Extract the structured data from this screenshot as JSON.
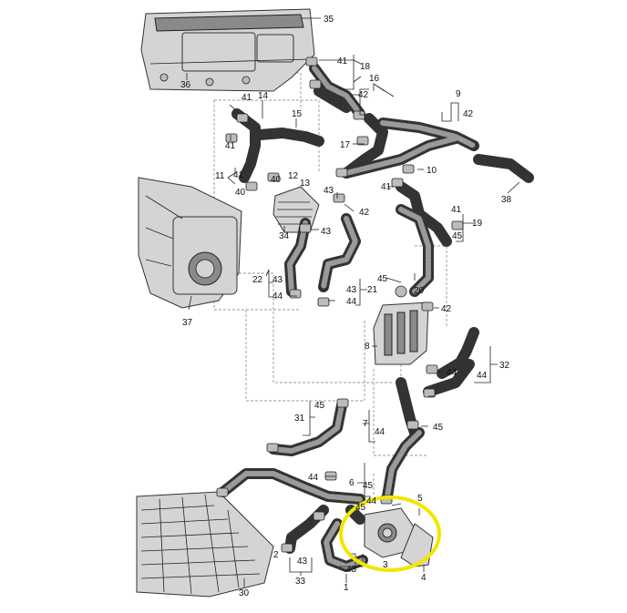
{
  "callouts": [
    {
      "id": "c35",
      "text": "35"
    },
    {
      "id": "c36",
      "text": "36"
    },
    {
      "id": "c41a",
      "text": "41"
    },
    {
      "id": "c18",
      "text": "18"
    },
    {
      "id": "c16",
      "text": "16"
    },
    {
      "id": "c42a",
      "text": "42"
    },
    {
      "id": "c9",
      "text": "9"
    },
    {
      "id": "c42b",
      "text": "42"
    },
    {
      "id": "c41b",
      "text": "41"
    },
    {
      "id": "c14",
      "text": "14"
    },
    {
      "id": "c15",
      "text": "15"
    },
    {
      "id": "c17",
      "text": "17"
    },
    {
      "id": "c41c",
      "text": "41"
    },
    {
      "id": "c11",
      "text": "11"
    },
    {
      "id": "c41d",
      "text": "41"
    },
    {
      "id": "c40a",
      "text": "40"
    },
    {
      "id": "c12",
      "text": "12"
    },
    {
      "id": "c13",
      "text": "13"
    },
    {
      "id": "c40b",
      "text": "40"
    },
    {
      "id": "c10",
      "text": "10"
    },
    {
      "id": "c41e",
      "text": "41"
    },
    {
      "id": "c43a",
      "text": "43"
    },
    {
      "id": "c38",
      "text": "38"
    },
    {
      "id": "c42c",
      "text": "42"
    },
    {
      "id": "c41f",
      "text": "41"
    },
    {
      "id": "c19",
      "text": "19"
    },
    {
      "id": "c45a",
      "text": "45"
    },
    {
      "id": "c34",
      "text": "34"
    },
    {
      "id": "c43b",
      "text": "43"
    },
    {
      "id": "c22",
      "text": "22"
    },
    {
      "id": "c43c",
      "text": "43"
    },
    {
      "id": "c44a",
      "text": "44"
    },
    {
      "id": "c45b",
      "text": "45"
    },
    {
      "id": "c20",
      "text": "20"
    },
    {
      "id": "c43d",
      "text": "43"
    },
    {
      "id": "c21",
      "text": "21"
    },
    {
      "id": "c44b",
      "text": "44"
    },
    {
      "id": "c42d",
      "text": "42"
    },
    {
      "id": "c37",
      "text": "37"
    },
    {
      "id": "c8",
      "text": "8"
    },
    {
      "id": "c32",
      "text": "32"
    },
    {
      "id": "c44c",
      "text": "44"
    },
    {
      "id": "c44d",
      "text": "44"
    },
    {
      "id": "c45c",
      "text": "45"
    },
    {
      "id": "c31",
      "text": "31"
    },
    {
      "id": "c7",
      "text": "7"
    },
    {
      "id": "c44e",
      "text": "44"
    },
    {
      "id": "c45d",
      "text": "45"
    },
    {
      "id": "c44f",
      "text": "44"
    },
    {
      "id": "c6",
      "text": "6"
    },
    {
      "id": "c45e",
      "text": "45"
    },
    {
      "id": "c44g",
      "text": "44"
    },
    {
      "id": "c5",
      "text": "5"
    },
    {
      "id": "c43e",
      "text": "43"
    },
    {
      "id": "c3",
      "text": "3"
    },
    {
      "id": "c4",
      "text": "4"
    },
    {
      "id": "c1",
      "text": "1"
    },
    {
      "id": "c33",
      "text": "33"
    },
    {
      "id": "c30",
      "text": "30"
    },
    {
      "id": "c2",
      "text": "2"
    },
    {
      "id": "c43f",
      "text": "43"
    },
    {
      "id": "c45f",
      "text": "45"
    }
  ],
  "highlight": {
    "color": "#f2e600",
    "shape": "circle"
  },
  "colors": {
    "line": "#222222",
    "part_fill": "#d4d4d4",
    "background": "#ffffff"
  }
}
